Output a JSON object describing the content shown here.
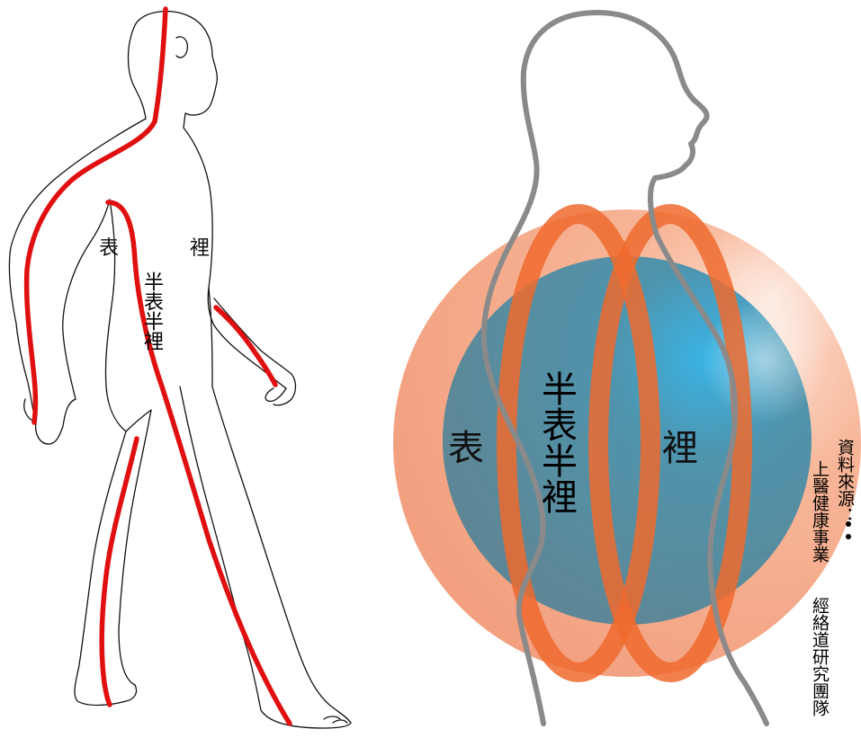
{
  "left_figure": {
    "label_biao": "表",
    "label_li": "裡",
    "label_half": "半表半裡"
  },
  "right_figure": {
    "label_biao": "表",
    "label_li": "裡",
    "label_half": "半表半裡"
  },
  "source": {
    "title": "資料來源：",
    "org_line1": "上醫健康事業",
    "org_line2": "經絡道研究團隊"
  },
  "colors": {
    "meridian_red": "#e01010",
    "outline_black": "#111111",
    "outer_sphere": "#f4a584",
    "inner_sphere": "#5d8796",
    "ring_orange": "#ee6a2e",
    "silhouette_gray": "#8a8a8a"
  }
}
